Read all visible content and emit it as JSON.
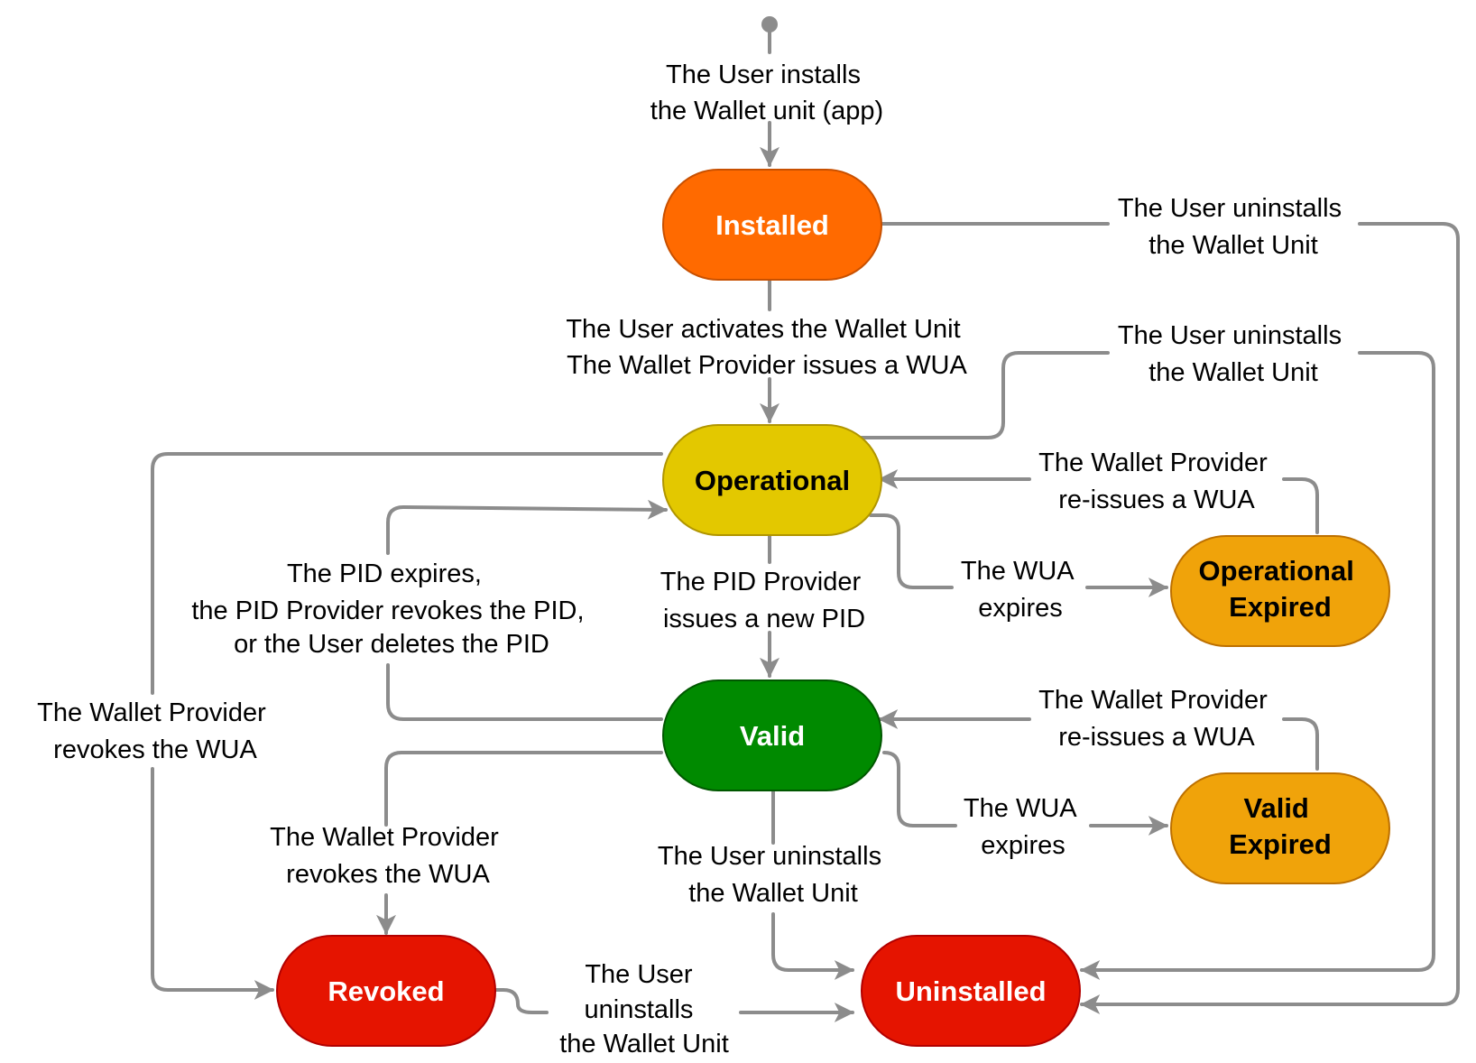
{
  "colors": {
    "edge": "#8c8c8c",
    "installed": "#ff6a00",
    "operational": "#e3c800",
    "valid": "#008a00",
    "expired": "#f0a30a",
    "revoked": "#e51400",
    "uninstalled": "#e51400"
  },
  "states": {
    "installed": "Installed",
    "operational": "Operational",
    "operational_expired": [
      "Operational",
      "Expired"
    ],
    "valid": "Valid",
    "valid_expired": [
      "Valid",
      "Expired"
    ],
    "revoked": "Revoked",
    "uninstalled": "Uninstalled"
  },
  "transitions": {
    "install": [
      "The User installs",
      "the Wallet unit (app)"
    ],
    "activate": [
      "The User activates the Wallet Unit",
      "The Wallet Provider issues a WUA"
    ],
    "uninstall_installed": [
      "The User uninstalls",
      "the Wallet Unit"
    ],
    "uninstall_operational": [
      "The User uninstalls",
      "the Wallet Unit"
    ],
    "reissue_operational": [
      "The Wallet Provider",
      "re-issues a WUA"
    ],
    "wua_expires_operational": [
      "The WUA",
      "expires"
    ],
    "pid_issue": [
      "The PID Provider",
      "issues a new PID"
    ],
    "pid_expires": [
      "The PID expires,",
      "the PID Provider revokes the PID,",
      "or the User deletes the PID"
    ],
    "revoke_operational": [
      "The Wallet Provider",
      "revokes the WUA"
    ],
    "reissue_valid": [
      "The Wallet Provider",
      "re-issues a WUA"
    ],
    "wua_expires_valid": [
      "The WUA",
      "expires"
    ],
    "revoke_valid": [
      "The Wallet Provider",
      "revokes the WUA"
    ],
    "uninstall_valid": [
      "The User uninstalls",
      "the Wallet Unit"
    ],
    "uninstall_revoked": [
      "The User",
      "uninstalls",
      "the Wallet Unit"
    ]
  }
}
